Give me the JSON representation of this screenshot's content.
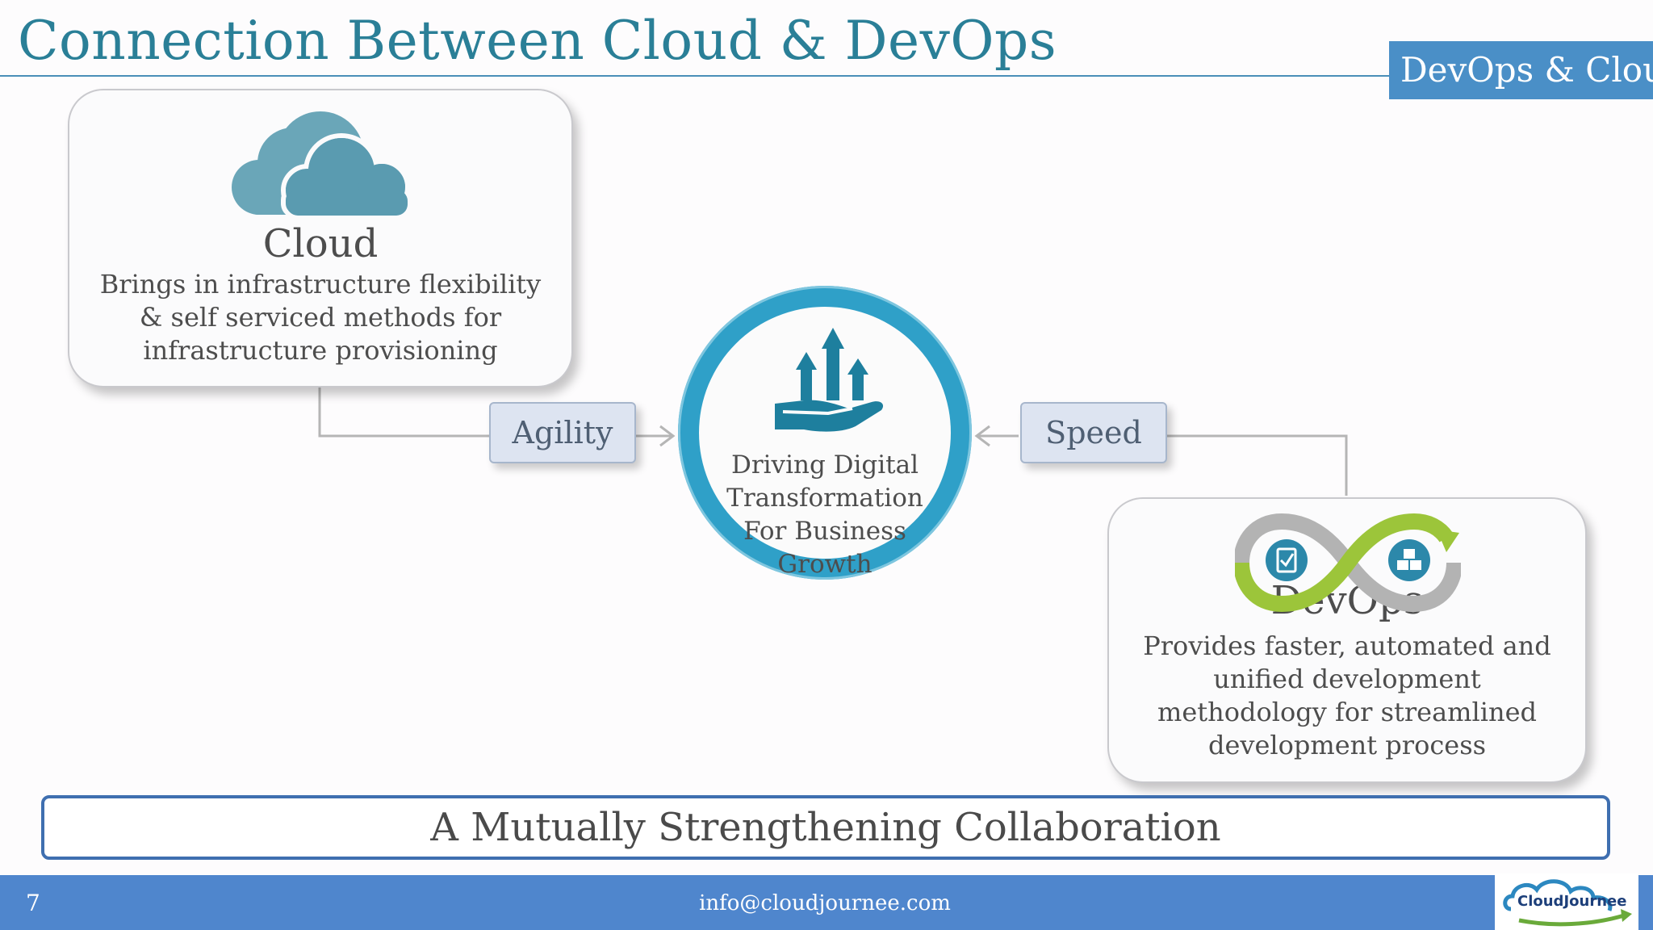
{
  "slide": {
    "title": "Connection Between Cloud & DevOps",
    "tag": "DevOps & Cloud"
  },
  "cloud_card": {
    "heading": "Cloud",
    "text": "Brings in infrastructure flexibility & self serviced methods for infrastructure provisioning",
    "icon": "cloud-icon"
  },
  "devops_card": {
    "heading": "DevOps",
    "text": "Provides faster, automated and unified development methodology for streamlined development process",
    "icon": "devops-infinity-icon"
  },
  "connectors": {
    "left_label": "Agility",
    "right_label": "Speed"
  },
  "hub": {
    "text": "Driving Digital Transformation For Business Growth",
    "icon": "hand-growth-arrows-icon"
  },
  "banner": {
    "text": "A Mutually Strengthening Collaboration"
  },
  "footer": {
    "page_number": "7",
    "email": "info@cloudjournee.com",
    "logo_text": "CloudJournee"
  },
  "colors": {
    "title": "#2a7f97",
    "accent_blue": "#4f86cd",
    "hub_ring": "#2fa0c8",
    "cloud_icon": "#5a9bb0",
    "devops_green": "#9cc53a"
  }
}
